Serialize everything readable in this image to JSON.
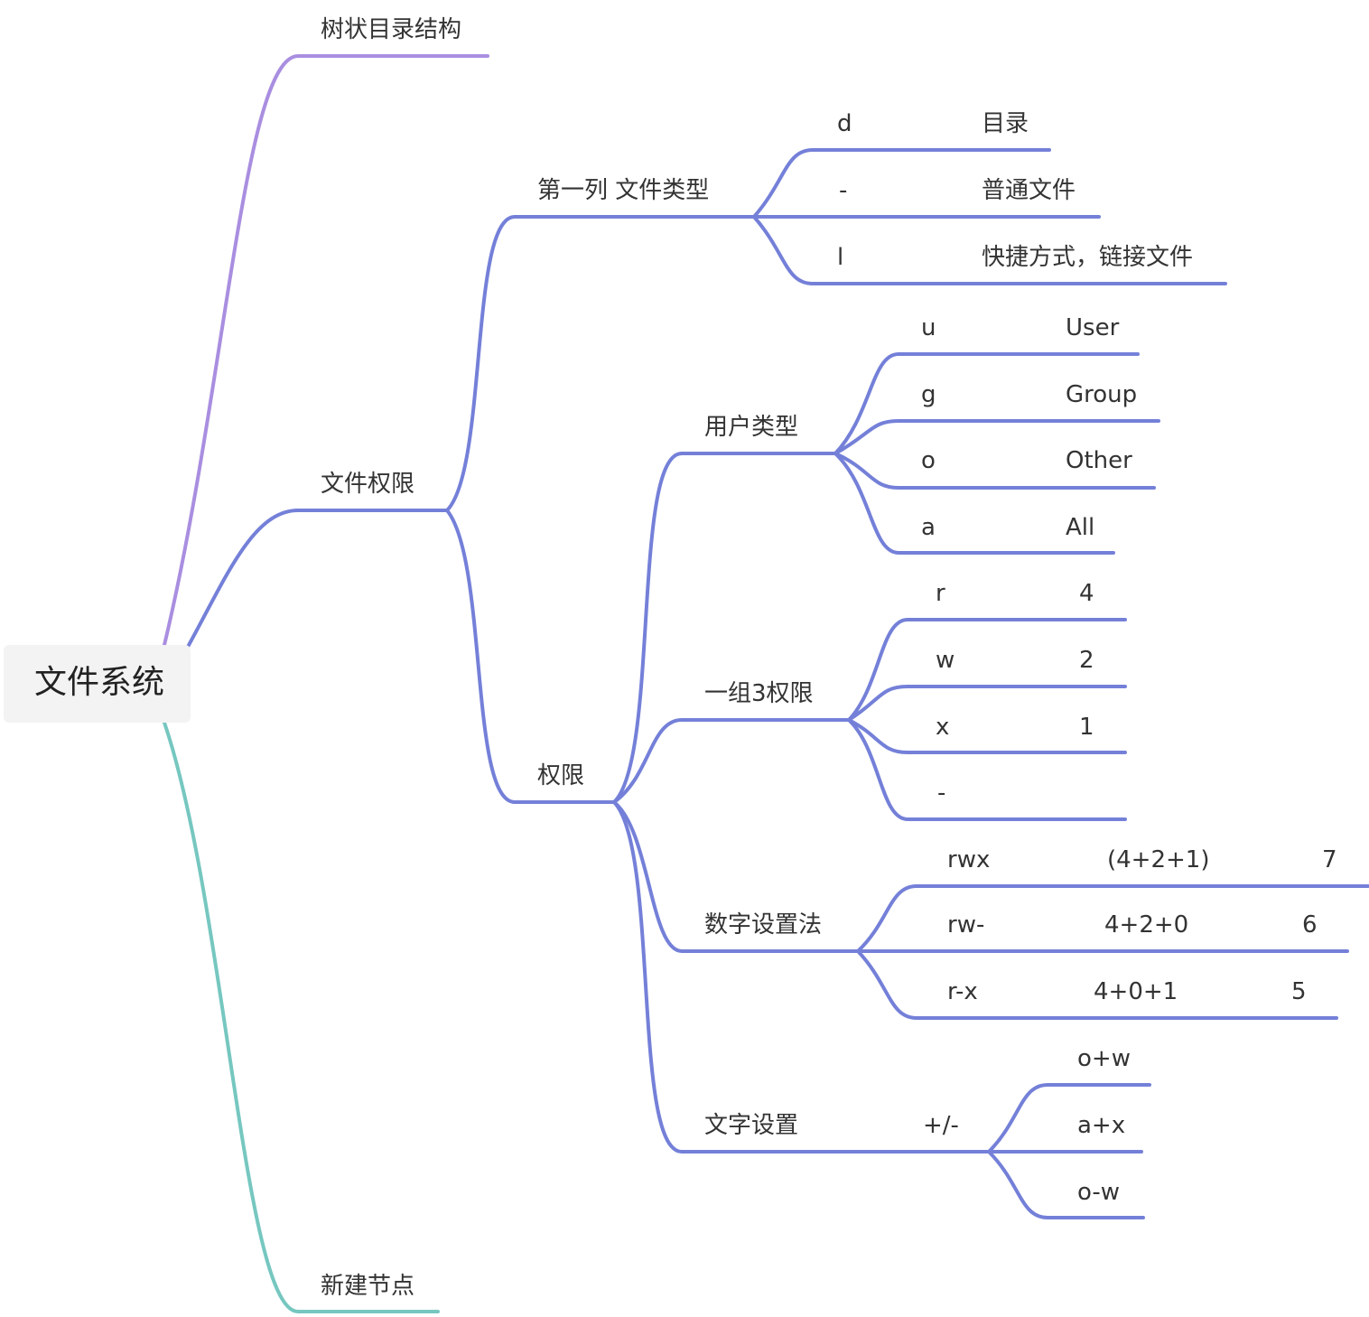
{
  "root": "文件系统",
  "colors": {
    "purple": "#a98ee0",
    "blue": "#7480d8",
    "teal": "#76c7c0"
  },
  "branches": {
    "tree": "树状目录结构",
    "perm": "文件权限",
    "newnode": "新建节点"
  },
  "file_type": {
    "title": "第一列 文件类型",
    "rows": [
      {
        "key": "d",
        "value": "目录"
      },
      {
        "key": "-",
        "value": "普通文件"
      },
      {
        "key": "l",
        "value": "快捷方式，链接文件"
      }
    ]
  },
  "permission": {
    "title": "权限",
    "user_type": {
      "title": "用户类型",
      "rows": [
        {
          "key": "u",
          "value": "User"
        },
        {
          "key": "g",
          "value": "Group"
        },
        {
          "key": "o",
          "value": "Other"
        },
        {
          "key": "a",
          "value": "All"
        }
      ]
    },
    "group3": {
      "title": "一组3权限",
      "rows": [
        {
          "key": "r",
          "value": "4"
        },
        {
          "key": "w",
          "value": "2"
        },
        {
          "key": "x",
          "value": "1"
        },
        {
          "key": "-",
          "value": ""
        }
      ]
    },
    "numeric": {
      "title": "数字设置法",
      "rows": [
        {
          "key": "rwx",
          "expr": "(4+2+1)",
          "value": "7"
        },
        {
          "key": "rw-",
          "expr": "4+2+0",
          "value": "6"
        },
        {
          "key": "r-x",
          "expr": "4+0+1",
          "value": "5"
        }
      ]
    },
    "text": {
      "title": "文字设置",
      "op": "+/-",
      "rows": [
        "o+w",
        "a+x",
        "o-w"
      ]
    }
  }
}
